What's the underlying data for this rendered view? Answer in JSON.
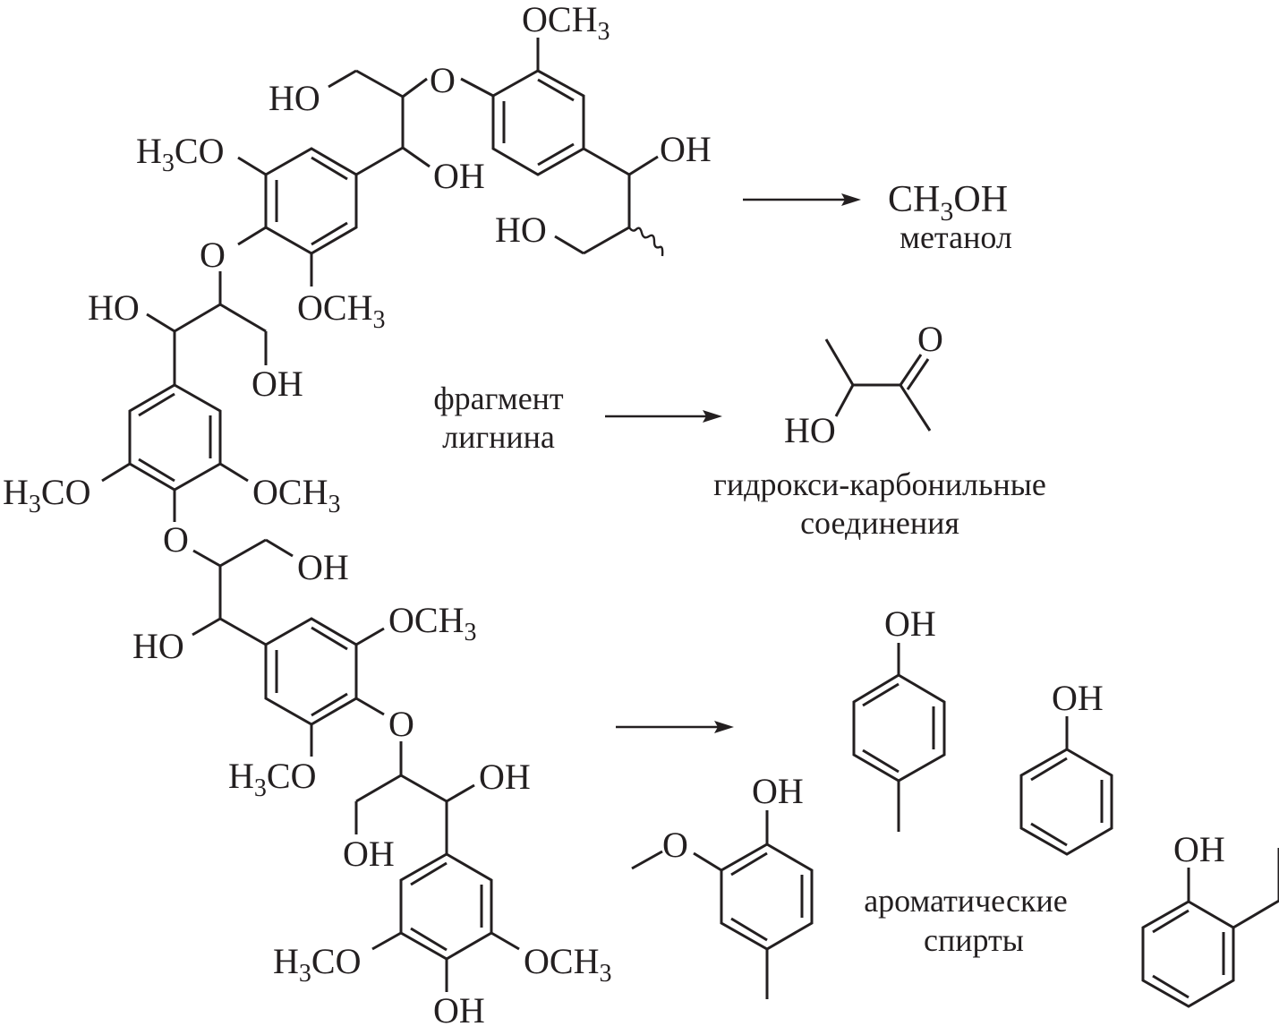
{
  "diagram": {
    "title": "Продукты деградации фрагмента лигнина",
    "accent_color": "#231f20",
    "background_color": "#ffffff",
    "lignin_fragment": {
      "caption_line1": "фрагмент",
      "caption_line2": "лигнина",
      "labels": {
        "top_och3": {
          "main": "OCH",
          "sub": "3"
        },
        "top_o": "O",
        "top_ho_left": "HO",
        "unit1_h3co": {
          "pre": "H",
          "sub": "3",
          "post": "CO"
        },
        "unit1_oh": "OH",
        "unit1_right_oh": "OH",
        "unit1_right_ho": "HO",
        "unit2_o": "O",
        "unit2_och3": {
          "main": "OCH",
          "sub": "3"
        },
        "unit2_ho": "HO",
        "unit2_oh": "OH",
        "unit3_h3co": {
          "pre": "H",
          "sub": "3",
          "post": "CO"
        },
        "unit3_och3": {
          "main": "OCH",
          "sub": "3"
        },
        "unit3_o": "O",
        "unit3_oh": "OH",
        "unit3_ho": "HO",
        "unit4_och3": {
          "main": "OCH",
          "sub": "3"
        },
        "unit4_h3co": {
          "pre": "H",
          "sub": "3",
          "post": "CO"
        },
        "unit4_o": "O",
        "unit4_oh_right": "OH",
        "unit4_oh_left": "OH",
        "unit5_h3co": {
          "pre": "H",
          "sub": "3",
          "post": "CO"
        },
        "unit5_och3": {
          "main": "OCH",
          "sub": "3"
        },
        "unit5_oh": "OH"
      }
    },
    "reactions": [
      {
        "id": "methanol",
        "product_formula": {
          "pre": "CH",
          "sub": "3",
          "post": "OH"
        },
        "product_name": "метанол"
      },
      {
        "id": "hydroxy-carbonyl",
        "structure_labels": {
          "ho": "HO",
          "o": "O"
        },
        "product_name_line1": "гидрокси-карбонильные",
        "product_name_line2": "соединения"
      },
      {
        "id": "aromatic",
        "structure_labels": {
          "cresol_oh": "OH",
          "phenol_oh": "OH",
          "guaiacol_oh": "OH",
          "guaiacol_o": "O",
          "ethylphenol_oh": "OH"
        },
        "product_name_line1": "ароматические",
        "product_name_line2": "спирты"
      }
    ]
  }
}
